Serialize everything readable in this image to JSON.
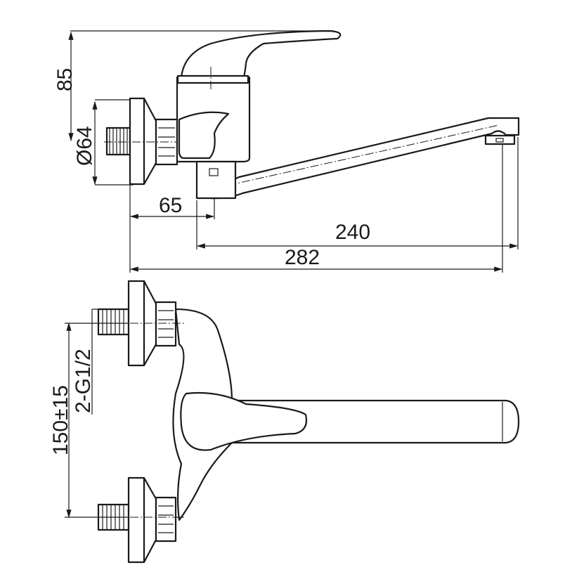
{
  "diagram": {
    "side_view": {
      "dim_height": "85",
      "dim_diameter": "Ø64",
      "dim_wall_to_spout": "65",
      "dim_spout_reach": "240",
      "dim_total_length": "282"
    },
    "top_view": {
      "dim_inlet_spacing": "150±15",
      "dim_inlet_thread": "2-G1/2"
    }
  }
}
